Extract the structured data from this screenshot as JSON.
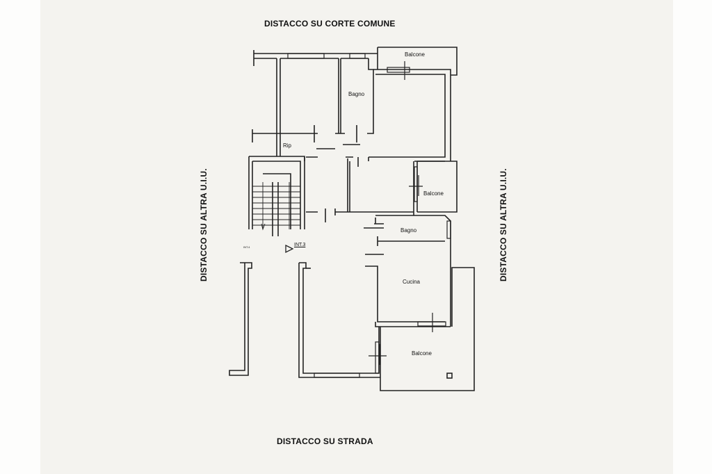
{
  "labels": {
    "top": "DISTACCO SU CORTE COMUNE",
    "left": "DISTACCO SU ALTRA U.I.U.",
    "right": "DISTACCO SU ALTRA U.I.U.",
    "bottom": "DISTACCO SU STRADA"
  },
  "rooms": {
    "balcone_top": "Balcone",
    "bagno_top": "Bagno",
    "rip": "Rip",
    "balcone_mid": "Balcone",
    "bagno_mid": "Bagno",
    "cucina": "Cucina",
    "balcone_bottom": "Balcone",
    "int3": "INT.3",
    "int4": "INT.4"
  }
}
